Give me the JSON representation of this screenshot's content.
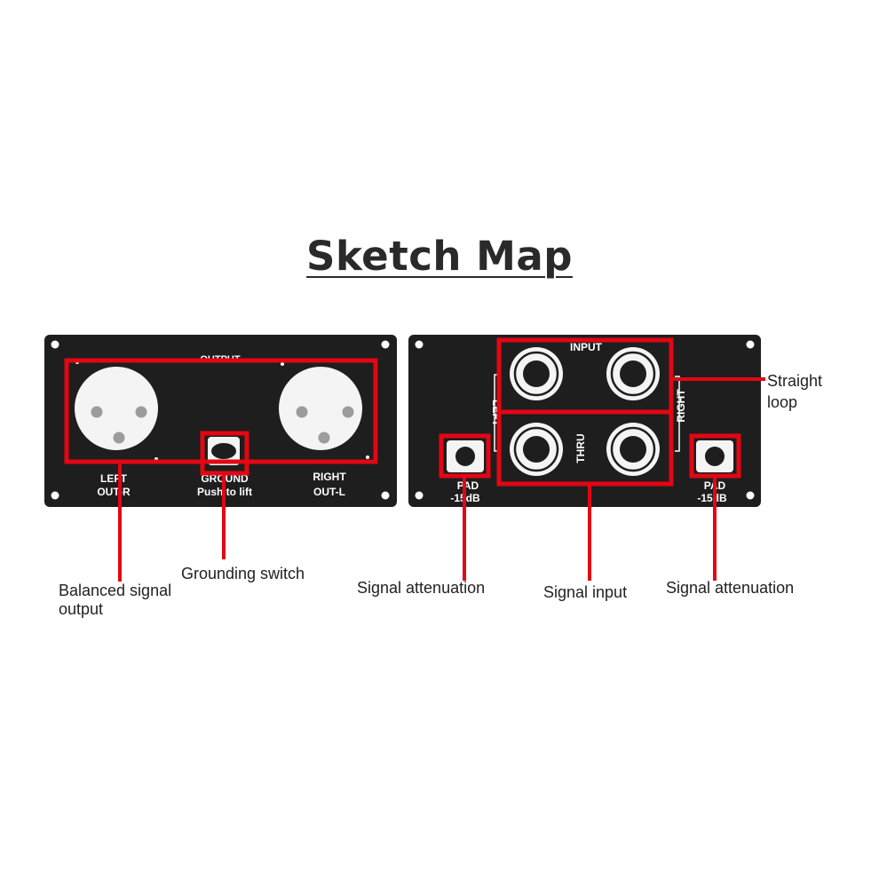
{
  "title": "Sketch Map",
  "colors": {
    "panel": "#1e1e1e",
    "highlight": "#e30613",
    "label": "#ffffff"
  },
  "left_panel": {
    "output_label": "OUTPUT",
    "left_label_1": "LEFT",
    "left_label_2": "OUT-R",
    "ground_label_1": "GROUND",
    "ground_label_2": "Push to lift",
    "right_label_1": "RIGHT",
    "right_label_2": "OUT-L"
  },
  "right_panel": {
    "input_label": "INPUT",
    "thru_label": "THRU",
    "left_side_label": "LEFT",
    "right_side_label": "RIGHT",
    "pad_left_1": "PAD",
    "pad_left_2": "-15dB",
    "pad_right_1": "PAD",
    "pad_right_2": "-15dB"
  },
  "callouts": {
    "balanced_1": "Balanced signal",
    "balanced_2": "output",
    "grounding": "Grounding switch",
    "attenuation_left": "Signal attenuation",
    "signal_input": "Signal input",
    "attenuation_right": "Signal attenuation",
    "straight_1": "Straight",
    "straight_2": "loop"
  }
}
